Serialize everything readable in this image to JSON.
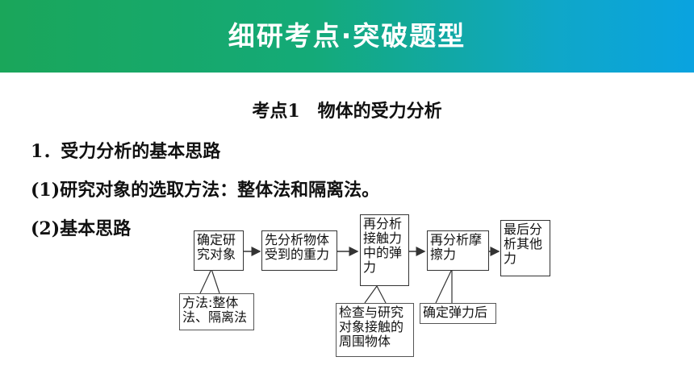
{
  "header": {
    "title": "细研考点·突破题型"
  },
  "section": {
    "heading": "考点1　物体的受力分析",
    "line1": "1．受力分析的基本思路",
    "line2": "(1)研究对象的选取方法：整体法和隔离法。",
    "line3": "(2)基本思路"
  },
  "flow": {
    "steps": [
      "确定研究对象",
      "先分析物体受到的重力",
      "再分析接触力中的弹力",
      "再分析摩擦力",
      "最后分析其他力"
    ],
    "notes": [
      "方法:整体法、隔离法",
      "检查与研究对象接触的周围物体",
      "确定弹力后"
    ]
  }
}
